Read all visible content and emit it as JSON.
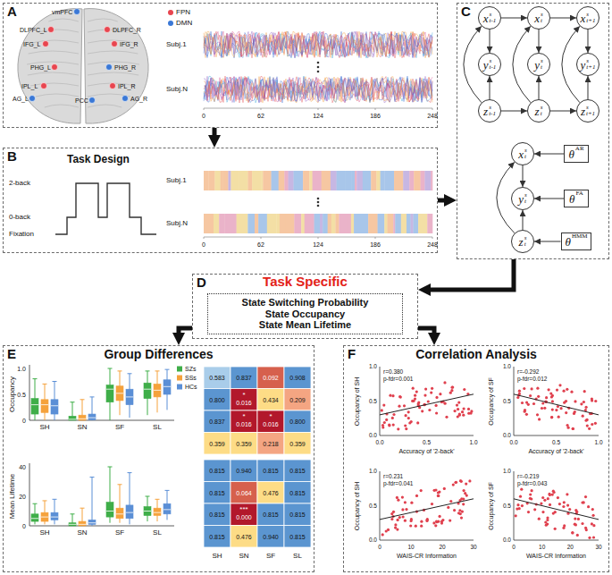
{
  "diagram": {
    "nodes": [
      {
        "text": [
          "A"
        ]
      },
      {
        "text": [
          "B"
        ]
      },
      {
        "text": [
          "C"
        ]
      },
      {
        "text": [
          "x",
          "s",
          "t-1"
        ],
        "in": 2
      },
      {
        "text": [
          "x",
          "s",
          "t"
        ],
        "in": 2
      },
      {
        "text": [
          "x",
          "s",
          "t+1"
        ],
        "in": 2
      },
      {
        "text": [
          "y",
          "s",
          "t-1"
        ],
        "in": 2
      },
      {
        "text": [
          "y",
          "s",
          "t"
        ],
        "in": 2
      },
      {
        "text": [
          "y",
          "s",
          "t+1"
        ],
        "in": 2
      },
      {
        "text": [
          "z",
          "s",
          "t-1"
        ],
        "in": 2
      },
      {
        "text": [
          "z",
          "s",
          "t"
        ],
        "in": 2
      },
      {
        "text": [
          "z",
          "s",
          "t+1"
        ],
        "in": 2
      },
      {
        "text": [
          "x",
          "s",
          "t"
        ],
        "in": 2
      },
      {
        "text": [
          "θ",
          "AR"
        ],
        "in": 2
      },
      {
        "text": [
          "y",
          "s",
          "t"
        ],
        "in": 2
      },
      {
        "text": [
          "θ",
          "FA"
        ],
        "in": 2
      },
      {
        "text": [
          "z",
          "s",
          "t"
        ],
        "in": 2
      },
      {
        "text": [
          "θ",
          "HMM"
        ],
        "in": 2
      },
      {
        "text": [
          "D",
          "Task Specific"
        ]
      },
      {
        "text": [
          "State Switching Probability",
          "State Occupancy",
          "State Mean Lifetime"
        ],
        "in": 18
      },
      {
        "text": [
          "E",
          "Group Differences"
        ]
      },
      {
        "text": [
          "F",
          "Correlation Analysis"
        ]
      }
    ],
    "edges": [
      {
        "from": 0,
        "to": 1,
        "arrow": "to"
      },
      {
        "from": 1,
        "to": 2,
        "arrow": "to"
      },
      {
        "from": 2,
        "to": 18,
        "arrow": "to"
      },
      {
        "from": 18,
        "to": 20,
        "arrow": "to"
      },
      {
        "from": 18,
        "to": 21,
        "arrow": "to"
      },
      {
        "from": 3,
        "to": 4,
        "arrow": "to"
      },
      {
        "from": 4,
        "to": 5,
        "arrow": "to"
      },
      {
        "from": 9,
        "to": 10,
        "arrow": "to"
      },
      {
        "from": 10,
        "to": 11,
        "arrow": "to"
      },
      {
        "from": 3,
        "to": 6,
        "arrow": "to"
      },
      {
        "from": 4,
        "to": 7,
        "arrow": "to"
      },
      {
        "from": 5,
        "to": 8,
        "arrow": "to"
      },
      {
        "from": 9,
        "to": 6,
        "arrow": "to"
      },
      {
        "from": 10,
        "to": 7,
        "arrow": "to"
      },
      {
        "from": 11,
        "to": 8,
        "arrow": "to"
      },
      {
        "from": 9,
        "to": 3,
        "arrow": "to"
      },
      {
        "from": 10,
        "to": 4,
        "arrow": "to"
      },
      {
        "from": 11,
        "to": 5,
        "arrow": "to"
      },
      {
        "from": 12,
        "to": 14,
        "arrow": "to"
      },
      {
        "from": 16,
        "to": 14,
        "arrow": "to"
      },
      {
        "from": 16,
        "to": 12,
        "arrow": "to"
      },
      {
        "from": 13,
        "to": 12,
        "arrow": "to"
      },
      {
        "from": 15,
        "to": 14,
        "arrow": "to"
      },
      {
        "from": 17,
        "to": 16,
        "arrow": "to"
      }
    ],
    "labels": [
      "vmPFC",
      "DLPFC_L",
      "DLPFC_R",
      "IFG_L",
      "IFG_R",
      "PHG_L",
      "PHG_R",
      "IPL_L",
      "IPL_R",
      "AG_L",
      "AG_R",
      "PCC",
      "Subj.1",
      "Subj.N",
      "0",
      "62",
      "124",
      "186",
      "248",
      "Task Design",
      "2-back",
      "0-back",
      "Fixation",
      "Subj.1",
      "Subj.N",
      "0",
      "62",
      "124",
      "186",
      "248",
      "Occupancy",
      "1.0",
      "0.5",
      "0",
      "SH",
      "SN",
      "SF",
      "SL",
      "Mean Lifetime",
      "40",
      "20",
      "0",
      "SH",
      "SN",
      "SF",
      "SL",
      "0.583",
      "0.837",
      "0.092",
      "0.908",
      "0.800",
      "0.016",
      "0.434",
      "0.209",
      "0.837",
      "0.016",
      "0.016",
      "0.800",
      "0.359",
      "0.359",
      "0.218",
      "0.359",
      "*",
      "*",
      "*",
      "0.815",
      "0.940",
      "0.815",
      "0.815",
      "0.815",
      "0.064",
      "0.476",
      "0.815",
      "0.815",
      "0.000",
      "0.815",
      "0.815",
      "0.815",
      "0.476",
      "0.940",
      "0.815",
      "***",
      "SH",
      "SN",
      "SF",
      "SL",
      "Occupancy of SH",
      "Accuracy of '2-back'",
      "r=0.380",
      "p-fdr=0.001",
      "1.0",
      "0.5",
      "0.0",
      "0.0",
      "0.5",
      "1.0",
      "Occupancy of SF",
      "Accuracy of '2-back'",
      "r=-0.292",
      "p-fdr=0.012",
      "1.0",
      "0.5",
      "0.0",
      "0.0",
      "0.5",
      "1.0",
      "Occupancy of SH",
      "WAIS-CR Information",
      "r=0.231",
      "p-fdr=0.041",
      "1.0",
      "0.5",
      "0.0",
      "0",
      "10",
      "20",
      "30",
      "Occupancy of SF",
      "WAIS-CR Information",
      "r=-0.219",
      "p-fdr=0.043",
      "1.0",
      "0.5",
      "0.0",
      "0",
      "10",
      "20",
      "30"
    ],
    "legend": [
      {
        "text": "FPN",
        "color": "#e8454f"
      },
      {
        "text": "DMN",
        "color": "#3a78d6"
      },
      {
        "text": "SZs",
        "color": "#3fae49"
      },
      {
        "text": "SSs",
        "color": "#f5a23c"
      },
      {
        "text": "HCs",
        "color": "#5b8fd6"
      }
    ]
  }
}
